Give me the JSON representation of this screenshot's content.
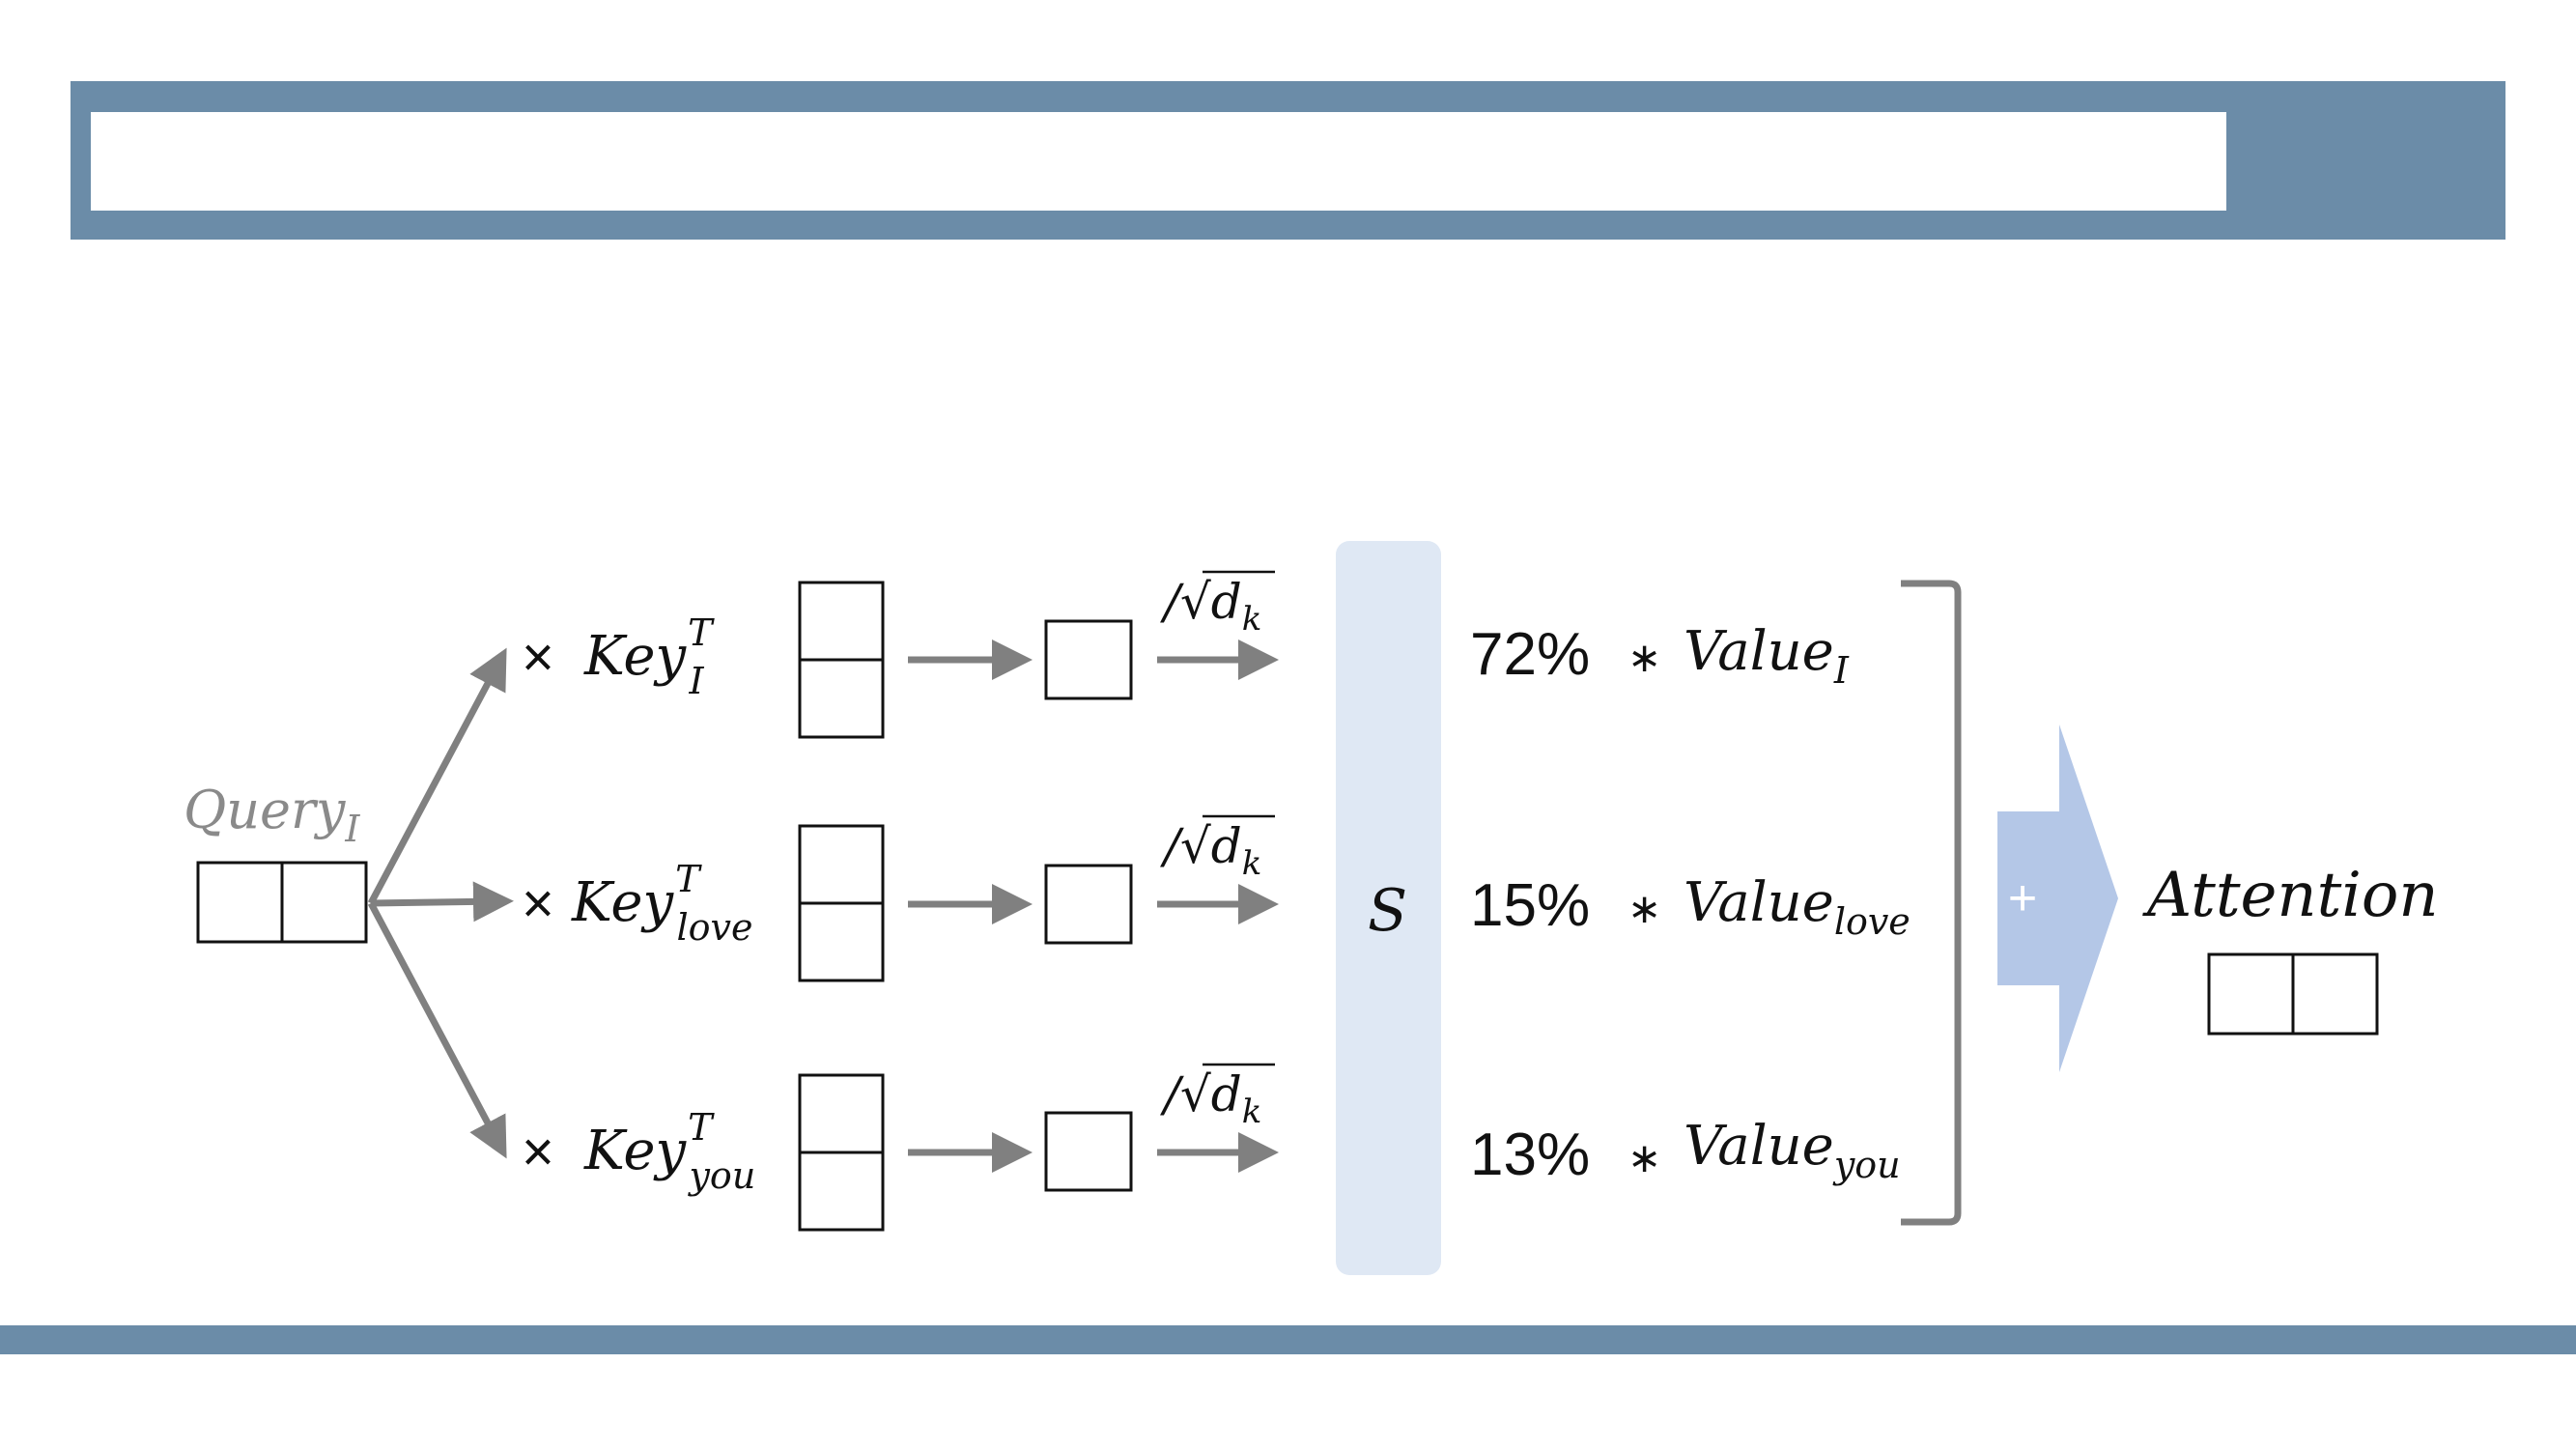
{
  "colors": {
    "banner": "#6b8ca8",
    "arrow": "#808080",
    "softmax_fill": "#dfe8f4",
    "plus_arrow": "#b4c7e7",
    "bracket": "#808080"
  },
  "query": {
    "name": "Query",
    "sub": "I"
  },
  "rows": [
    {
      "times": "×",
      "key": "Key",
      "sup": "T",
      "sub": "I",
      "scale_prefix": "/",
      "scale_sym": "√",
      "scale_var": "d",
      "scale_sub": "k",
      "percent": "72%",
      "op": "∗",
      "value": "Value",
      "value_sub": "I"
    },
    {
      "times": "×",
      "key": "Key",
      "sup": "T",
      "sub": "love",
      "scale_prefix": "/",
      "scale_sym": "√",
      "scale_var": "d",
      "scale_sub": "k",
      "percent": "15%",
      "op": "∗",
      "value": "Value",
      "value_sub": "love"
    },
    {
      "times": "×",
      "key": "Key",
      "sup": "T",
      "sub": "you",
      "scale_prefix": "/",
      "scale_sym": "√",
      "scale_var": "d",
      "scale_sub": "k",
      "percent": "13%",
      "op": "∗",
      "value": "Value",
      "value_sub": "you"
    }
  ],
  "softmax_label": "S",
  "plus_label": "+",
  "output_label": "Attention"
}
